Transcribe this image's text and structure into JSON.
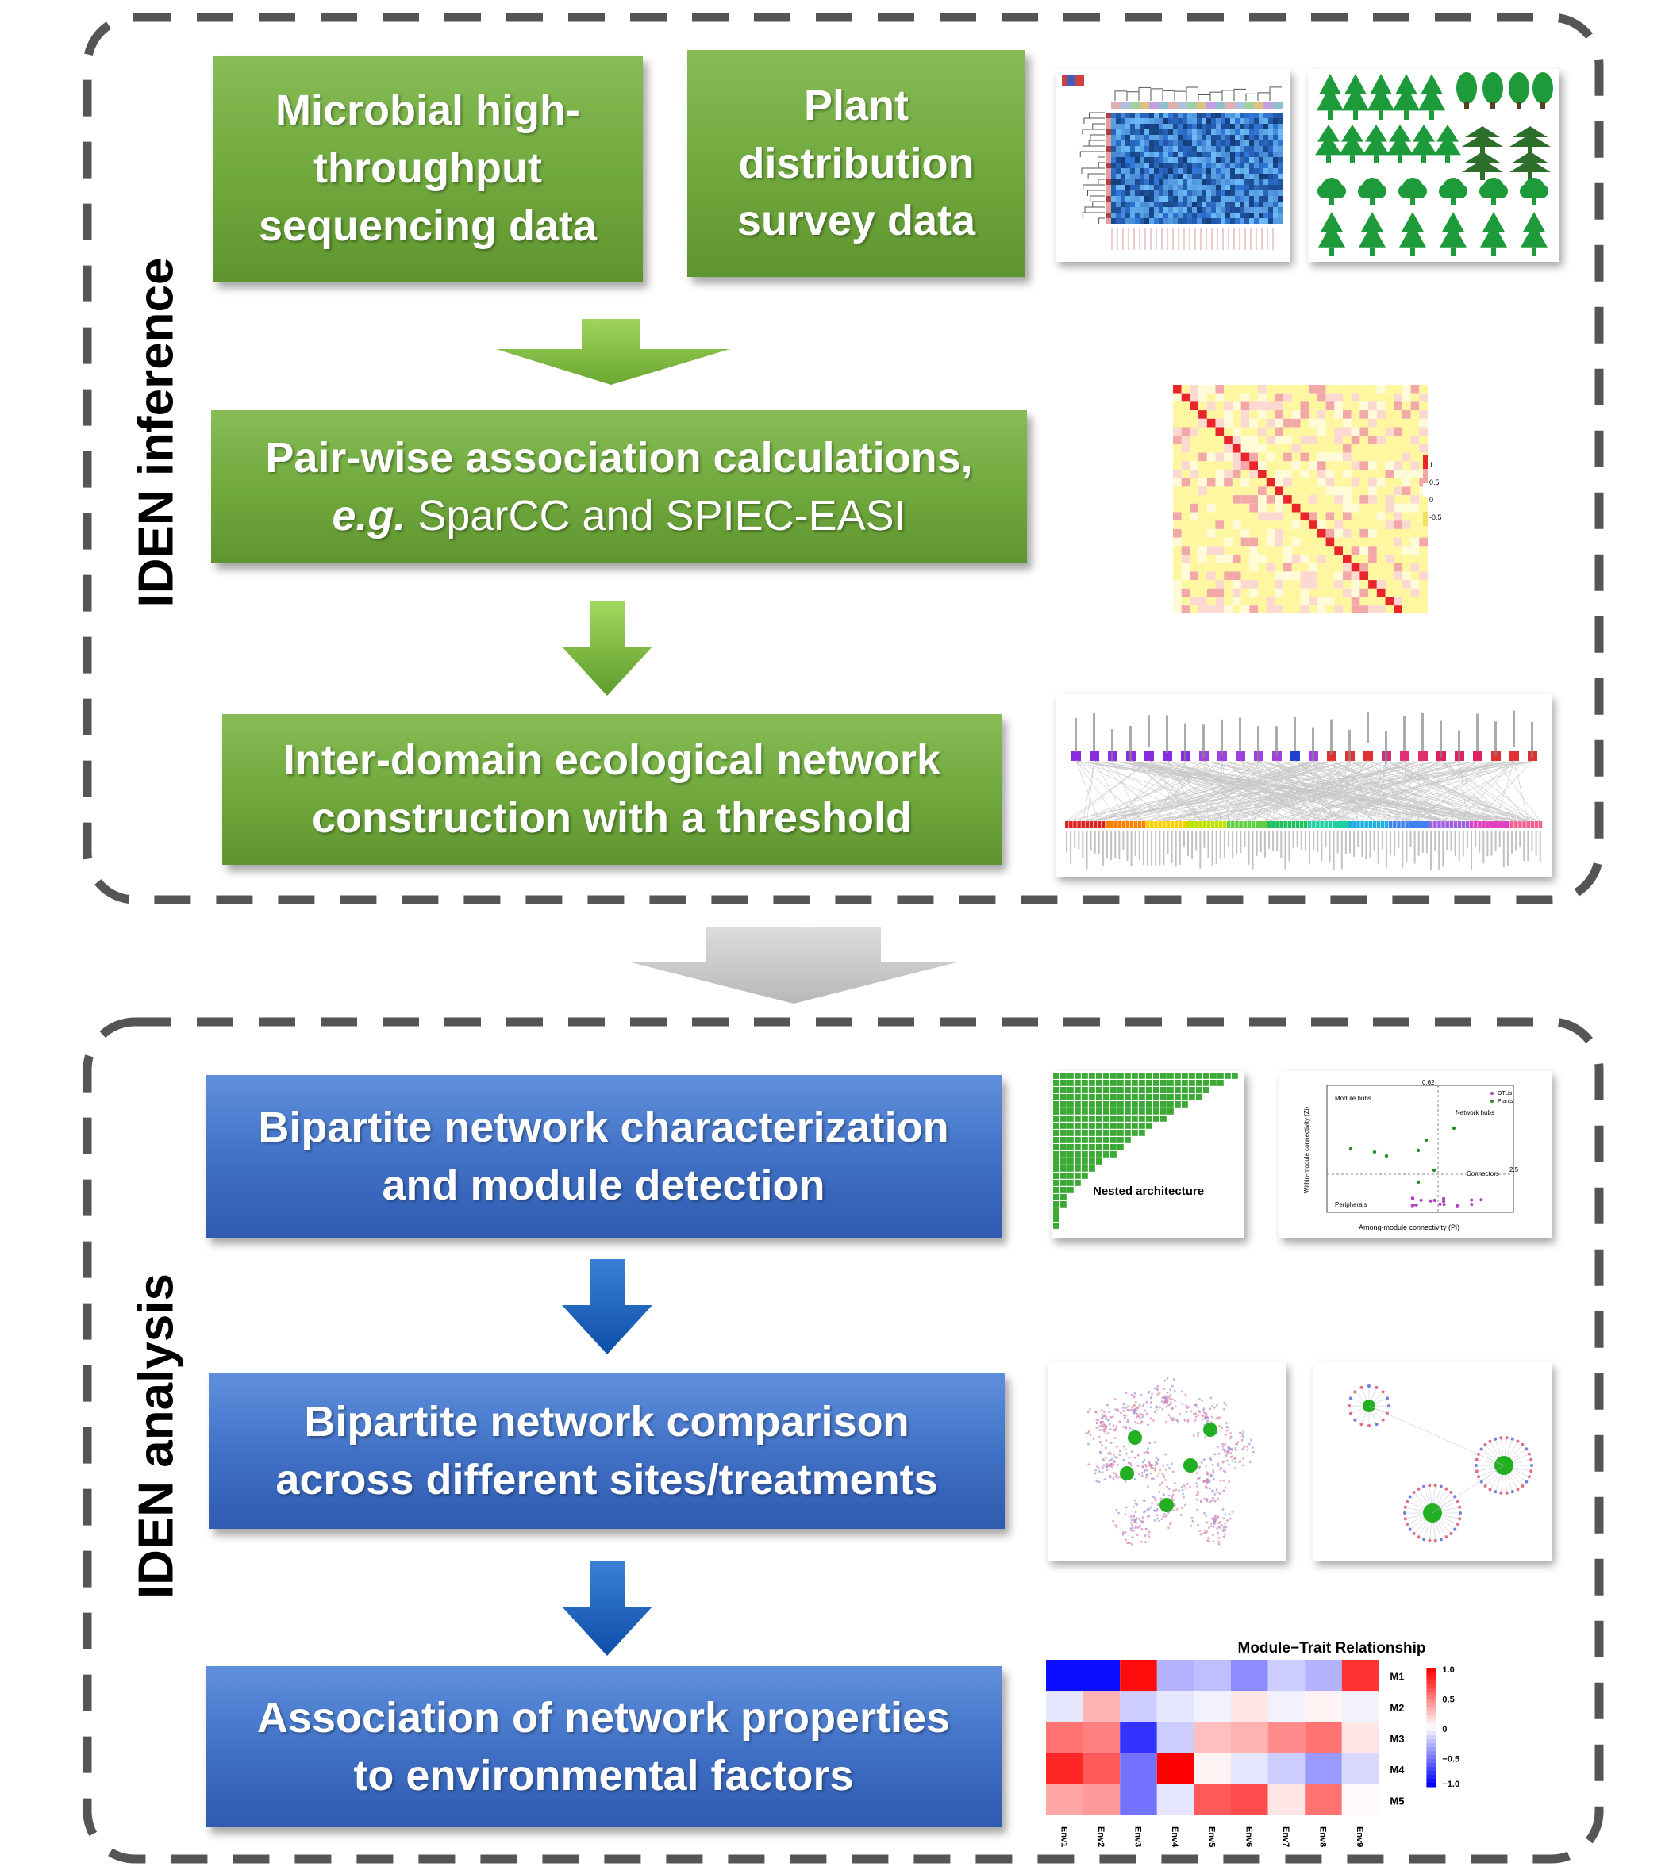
{
  "sections": {
    "inference_label": "IDEN inference",
    "analysis_label": "IDEN analysis"
  },
  "inference_steps": {
    "microbial": [
      "Microbial high-",
      "throughput",
      "sequencing data"
    ],
    "plant": [
      "Plant",
      "distribution",
      "survey data"
    ],
    "pairwise_line1": "Pair-wise association calculations,",
    "pairwise_line2_italic": "e.g.",
    "pairwise_line2_rest": " SparCC and SPIEC-EASI",
    "network": [
      "Inter-domain ecological network",
      "construction with a threshold"
    ]
  },
  "analysis_steps": {
    "bipartite": [
      "Bipartite network characterization",
      "and module detection"
    ],
    "comparison": [
      "Bipartite network comparison",
      "across different sites/treatments"
    ],
    "association": [
      "Association of network properties",
      "to environmental factors"
    ]
  },
  "thumbnails": {
    "correlation_scale": [
      "1",
      "0.5",
      "0",
      "-0.5"
    ],
    "nested_label": "Nested architecture",
    "zp_labels": {
      "module_hubs": "Module hubs",
      "network_hubs": "Network hubs",
      "peripherals": "Peripherals",
      "connectors": "Connectors",
      "x_axis": "Among-module connectivity (Pi)",
      "y_axis": "Within-module connectivity (Zi)",
      "legend": [
        "OTUs",
        "Plants"
      ],
      "top_value": "0.62",
      "right_value": "2.5"
    },
    "module_trait": {
      "title": "Module−Trait Relationship",
      "modules": [
        "M1",
        "M2",
        "M3",
        "M4",
        "M5"
      ],
      "envs": [
        "Env1",
        "Env2",
        "Env3",
        "Env4",
        "Env5",
        "Env6",
        "Env7",
        "Env8",
        "Env9"
      ],
      "scale": [
        "1.0",
        "0.5",
        "0",
        "−0.5",
        "−1.0"
      ],
      "values": [
        [
          -0.95,
          -0.95,
          0.95,
          -0.3,
          -0.25,
          -0.45,
          -0.2,
          -0.3,
          0.8
        ],
        [
          -0.1,
          0.3,
          -0.2,
          -0.1,
          -0.05,
          0.1,
          -0.05,
          0.05,
          -0.05
        ],
        [
          0.55,
          0.5,
          -0.8,
          -0.2,
          0.25,
          0.3,
          0.45,
          0.55,
          0.1
        ],
        [
          0.85,
          0.65,
          -0.55,
          1.0,
          0.05,
          -0.1,
          -0.2,
          -0.4,
          -0.15
        ],
        [
          0.35,
          0.4,
          -0.55,
          -0.1,
          0.65,
          0.7,
          0.1,
          0.55,
          0.02
        ]
      ]
    }
  },
  "colors": {
    "green_box": "#6fa83c",
    "blue_box": "#3f6fc4",
    "dash_border": "#555555",
    "gray_arrow": "#c8c8c8"
  }
}
